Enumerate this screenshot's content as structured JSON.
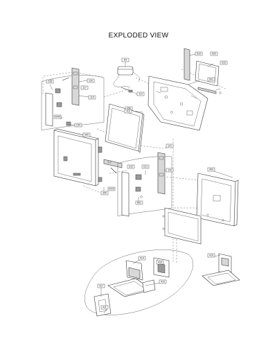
{
  "title": "EXPLODED VIEW",
  "callouts": {
    "adapter": "A4",
    "cable": "114",
    "back_cover": "250",
    "shield_top": "520",
    "bracket_top": "519",
    "plate_top": "515",
    "board_right": "501",
    "left_bracket": "120",
    "left_bracket_b": "119",
    "left_speaker": "C28",
    "left_speaker_b": "117",
    "left_screw": "W99",
    "panel": "110",
    "front_bezel": "300",
    "front_clip": "C30",
    "front_screw": "305",
    "lower_bracket_a": "121",
    "lower_bracket_b": "118",
    "lower_clip": "C22",
    "lower_clip_b": "C21",
    "lower_screw": "N51",
    "right_speaker_screw": "W20",
    "rear_cover": "400",
    "stand_base": "411",
    "stand_neck": "413",
    "stand_hinge": "414",
    "stand_col": "416",
    "stand_foot": "417",
    "stand_assy": "419"
  }
}
